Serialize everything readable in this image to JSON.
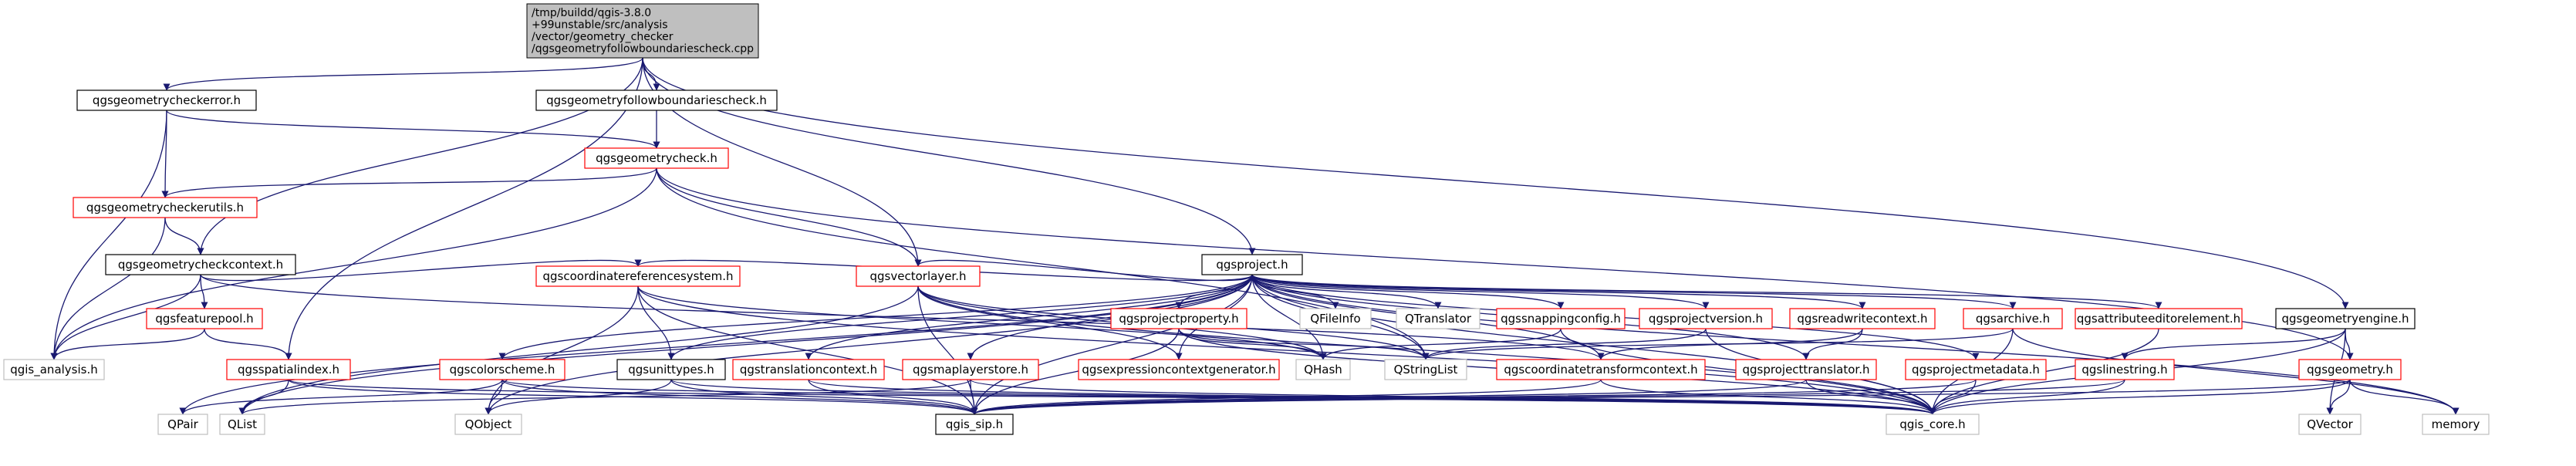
{
  "graph": {
    "root": {
      "lines": [
        "/tmp/buildd/qgis-3.8.0",
        "+99unstable/src/analysis",
        "/vector/geometry_checker",
        "/qgsgeometryfollowboundariescheck.cpp"
      ]
    },
    "nodes": [
      {
        "id": "gce",
        "label": "qgsgeometrycheckerror.h",
        "kind": "documented"
      },
      {
        "id": "gfb",
        "label": "qgsgeometryfollowboundariescheck.h",
        "kind": "documented"
      },
      {
        "id": "gc",
        "label": "qgsgeometrycheck.h",
        "kind": "undocumented"
      },
      {
        "id": "gcu",
        "label": "qgsgeometrycheckerutils.h",
        "kind": "undocumented"
      },
      {
        "id": "gcc",
        "label": "qgsgeometrycheckcontext.h",
        "kind": "documented"
      },
      {
        "id": "qa",
        "label": "qgis_analysis.h",
        "kind": "external"
      },
      {
        "id": "fp",
        "label": "qgsfeaturepool.h",
        "kind": "undocumented"
      },
      {
        "id": "si",
        "label": "qgsspatialindex.h",
        "kind": "undocumented"
      },
      {
        "id": "qpair",
        "label": "QPair",
        "kind": "external"
      },
      {
        "id": "qlist",
        "label": "QList",
        "kind": "external"
      },
      {
        "id": "cs",
        "label": "qgscolorscheme.h",
        "kind": "undocumented"
      },
      {
        "id": "qobj",
        "label": "QObject",
        "kind": "external"
      },
      {
        "id": "crs",
        "label": "qgscoordinatereferencesystem.h",
        "kind": "undocumented"
      },
      {
        "id": "ut",
        "label": "qgsunittypes.h",
        "kind": "documented"
      },
      {
        "id": "tc",
        "label": "qgstranslationcontext.h",
        "kind": "undocumented"
      },
      {
        "id": "vl",
        "label": "qgsvectorlayer.h",
        "kind": "undocumented"
      },
      {
        "id": "mls",
        "label": "qgsmaplayerstore.h",
        "kind": "undocumented"
      },
      {
        "id": "sip",
        "label": "qgis_sip.h",
        "kind": "documented"
      },
      {
        "id": "proj",
        "label": "qgsproject.h",
        "kind": "documented"
      },
      {
        "id": "pp",
        "label": "qgsprojectproperty.h",
        "kind": "undocumented"
      },
      {
        "id": "ecg",
        "label": "qgsexpressioncontextgenerator.h",
        "kind": "undocumented"
      },
      {
        "id": "qhash",
        "label": "QHash",
        "kind": "external"
      },
      {
        "id": "qfi",
        "label": "QFileInfo",
        "kind": "external"
      },
      {
        "id": "qtr",
        "label": "QTranslator",
        "kind": "external"
      },
      {
        "id": "snap",
        "label": "qgssnappingconfig.h",
        "kind": "undocumented"
      },
      {
        "id": "qsl",
        "label": "QStringList",
        "kind": "external"
      },
      {
        "id": "pv",
        "label": "qgsprojectversion.h",
        "kind": "undocumented"
      },
      {
        "id": "ctc",
        "label": "qgscoordinatetransformcontext.h",
        "kind": "undocumented"
      },
      {
        "id": "rwc",
        "label": "qgsreadwritecontext.h",
        "kind": "undocumented"
      },
      {
        "id": "ptr",
        "label": "qgsprojecttranslator.h",
        "kind": "undocumented"
      },
      {
        "id": "pmd",
        "label": "qgsprojectmetadata.h",
        "kind": "undocumented"
      },
      {
        "id": "arch",
        "label": "qgsarchive.h",
        "kind": "undocumented"
      },
      {
        "id": "aee",
        "label": "qgsattributeeditorelement.h",
        "kind": "undocumented"
      },
      {
        "id": "core",
        "label": "qgis_core.h",
        "kind": "external"
      },
      {
        "id": "ge",
        "label": "qgsgeometryengine.h",
        "kind": "documented"
      },
      {
        "id": "ls",
        "label": "qgslinestring.h",
        "kind": "undocumented"
      },
      {
        "id": "geom",
        "label": "qgsgeometry.h",
        "kind": "undocumented"
      },
      {
        "id": "qvec",
        "label": "QVector",
        "kind": "external"
      },
      {
        "id": "mem",
        "label": "memory",
        "kind": "external"
      }
    ],
    "edges": [
      [
        "root",
        "gce"
      ],
      [
        "root",
        "gfb"
      ],
      [
        "root",
        "gcc"
      ],
      [
        "root",
        "si"
      ],
      [
        "root",
        "vl"
      ],
      [
        "root",
        "proj"
      ],
      [
        "root",
        "ge"
      ],
      [
        "gce",
        "qa"
      ],
      [
        "gce",
        "gcu"
      ],
      [
        "gce",
        "gc"
      ],
      [
        "gfb",
        "gc"
      ],
      [
        "gc",
        "gcu"
      ],
      [
        "gc",
        "qa"
      ],
      [
        "gc",
        "vl"
      ],
      [
        "gc",
        "qsl"
      ],
      [
        "gc",
        "geom"
      ],
      [
        "gcu",
        "qa"
      ],
      [
        "gcu",
        "gcc"
      ],
      [
        "gcc",
        "qa"
      ],
      [
        "gcc",
        "fp"
      ],
      [
        "gcc",
        "crs"
      ],
      [
        "gcc",
        "ctc"
      ],
      [
        "fp",
        "qa"
      ],
      [
        "fp",
        "si"
      ],
      [
        "si",
        "qlist"
      ],
      [
        "si",
        "sip"
      ],
      [
        "si",
        "core"
      ],
      [
        "cs",
        "qpair"
      ],
      [
        "cs",
        "qobj"
      ],
      [
        "cs",
        "sip"
      ],
      [
        "cs",
        "core"
      ],
      [
        "crs",
        "qobj"
      ],
      [
        "crs",
        "ut"
      ],
      [
        "crs",
        "sip"
      ],
      [
        "crs",
        "qhash"
      ],
      [
        "crs",
        "core"
      ],
      [
        "ut",
        "qobj"
      ],
      [
        "ut",
        "sip"
      ],
      [
        "ut",
        "core"
      ],
      [
        "tc",
        "sip"
      ],
      [
        "tc",
        "core"
      ],
      [
        "vl",
        "qlist"
      ],
      [
        "vl",
        "sip"
      ],
      [
        "vl",
        "ecg"
      ],
      [
        "vl",
        "qsl"
      ],
      [
        "vl",
        "qhash"
      ],
      [
        "vl",
        "core"
      ],
      [
        "mls",
        "qlist"
      ],
      [
        "mls",
        "sip"
      ],
      [
        "mls",
        "core"
      ],
      [
        "proj",
        "qpair"
      ],
      [
        "proj",
        "qlist"
      ],
      [
        "proj",
        "cs"
      ],
      [
        "proj",
        "qobj"
      ],
      [
        "proj",
        "crs"
      ],
      [
        "proj",
        "ut"
      ],
      [
        "proj",
        "tc"
      ],
      [
        "proj",
        "vl"
      ],
      [
        "proj",
        "mls"
      ],
      [
        "proj",
        "sip"
      ],
      [
        "proj",
        "pp"
      ],
      [
        "proj",
        "ecg"
      ],
      [
        "proj",
        "qhash"
      ],
      [
        "proj",
        "qfi"
      ],
      [
        "proj",
        "qtr"
      ],
      [
        "proj",
        "snap"
      ],
      [
        "proj",
        "qsl"
      ],
      [
        "proj",
        "pv"
      ],
      [
        "proj",
        "ctc"
      ],
      [
        "proj",
        "rwc"
      ],
      [
        "proj",
        "ptr"
      ],
      [
        "proj",
        "pmd"
      ],
      [
        "proj",
        "arch"
      ],
      [
        "proj",
        "aee"
      ],
      [
        "proj",
        "core"
      ],
      [
        "proj",
        "mem"
      ],
      [
        "pp",
        "sip"
      ],
      [
        "pp",
        "qsl"
      ],
      [
        "pp",
        "qhash"
      ],
      [
        "pp",
        "core"
      ],
      [
        "snap",
        "qhash"
      ],
      [
        "snap",
        "core"
      ],
      [
        "pv",
        "qsl"
      ],
      [
        "pv",
        "core"
      ],
      [
        "rwc",
        "ctc"
      ],
      [
        "rwc",
        "ptr"
      ],
      [
        "ctc",
        "sip"
      ],
      [
        "ctc",
        "core"
      ],
      [
        "ptr",
        "sip"
      ],
      [
        "ptr",
        "core"
      ],
      [
        "pmd",
        "sip"
      ],
      [
        "pmd",
        "core"
      ],
      [
        "arch",
        "qsl"
      ],
      [
        "arch",
        "mem"
      ],
      [
        "arch",
        "core"
      ],
      [
        "aee",
        "core"
      ],
      [
        "ge",
        "ls"
      ],
      [
        "ge",
        "geom"
      ],
      [
        "ge",
        "qvec"
      ],
      [
        "ge",
        "core"
      ],
      [
        "ls",
        "sip"
      ],
      [
        "ls",
        "core"
      ],
      [
        "geom",
        "sip"
      ],
      [
        "geom",
        "qvec"
      ],
      [
        "geom",
        "mem"
      ],
      [
        "geom",
        "core"
      ]
    ]
  },
  "colors": {
    "edge": "#191970",
    "documented_border": "#000000",
    "undocumented_border": "#ff0000",
    "external_border": "#bfbfbf",
    "root_fill": "#bfbfbf",
    "node_fill": "#ffffff"
  }
}
